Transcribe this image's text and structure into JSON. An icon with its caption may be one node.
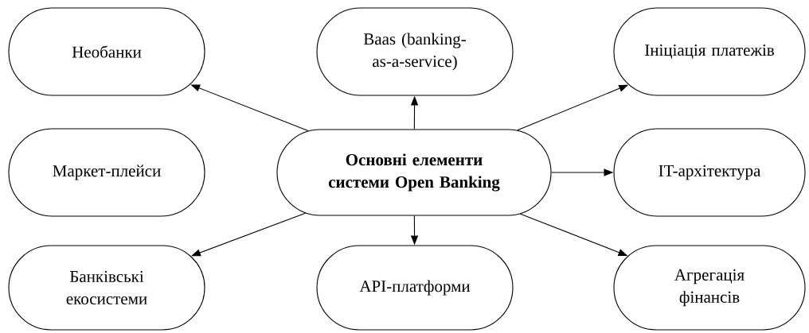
{
  "diagram": {
    "nodes": [
      {
        "text": [
          "Необанки"
        ]
      },
      {
        "text": [
          "Baas (banking-as-a-service)"
        ]
      },
      {
        "text": [
          "Ініціація платежів"
        ]
      },
      {
        "text": [
          "Маркет-плейси"
        ]
      },
      {
        "text": [
          "Основні елементи системи Open Banking"
        ]
      },
      {
        "text": [
          "IT-архітектура"
        ]
      },
      {
        "text": [
          "Банківські екосистеми"
        ]
      },
      {
        "text": [
          "API-платформи"
        ]
      },
      {
        "text": [
          "Агрегація фінансів"
        ]
      }
    ],
    "edges": [
      {
        "from": 4,
        "to": 0,
        "arrow": "to"
      },
      {
        "from": 4,
        "to": 1,
        "arrow": "to"
      },
      {
        "from": 4,
        "to": 2,
        "arrow": "to"
      },
      {
        "from": 4,
        "to": 5,
        "arrow": "to"
      },
      {
        "from": 4,
        "to": 6,
        "arrow": "to"
      },
      {
        "from": 4,
        "to": 7,
        "arrow": "to"
      },
      {
        "from": 4,
        "to": 8,
        "arrow": "to"
      }
    ]
  }
}
